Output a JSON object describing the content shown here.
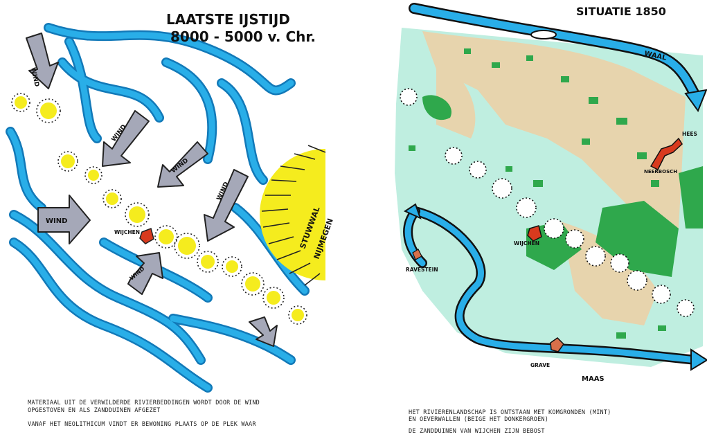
{
  "left": {
    "title_line1": "LAATSTE IJSTIJD",
    "title_line2": "8000 - 5000 v. Chr.",
    "wind_label": "WIND",
    "place_wijchen": "WIJCHEN",
    "stuwwal_line1": "STUWWAL",
    "stuwwal_line2": "NIJMEGEN",
    "caption_line1": "Materiaal uit de verwilderde rivierbeddingen wordt door de wind",
    "caption_line2": "opgestoven en als zandduinen afgezet",
    "caption_line3": "Vanaf het Neolithicum vindt er bewoning plaats op de plek waar"
  },
  "right": {
    "title": "SITUATIE 1850",
    "river_waal": "WAAL",
    "river_maas": "MAAS",
    "place_hees": "HEES",
    "place_neerbosch": "NEERBOSCH",
    "place_wijchen": "WIJCHEN",
    "place_ravestein": "RAVESTEIN",
    "place_grave": "GRAVE",
    "caption_line1": "Het rivierenlandschap is ontstaan met komgronden (mint)",
    "caption_line2": "en oeverwallen (beige het donkergroen)",
    "caption_line3": "De zandduinen van Wijchen zijn bebost"
  },
  "colors": {
    "river": "#29aee8",
    "river_dark": "#1279b8",
    "arrow_fill": "#a5a8b8",
    "dune_yellow": "#f5ec1e",
    "town_red": "#d83a1e",
    "mint": "#bfeee0",
    "beige": "#e7d4ad",
    "dark_green": "#2fa84c"
  }
}
